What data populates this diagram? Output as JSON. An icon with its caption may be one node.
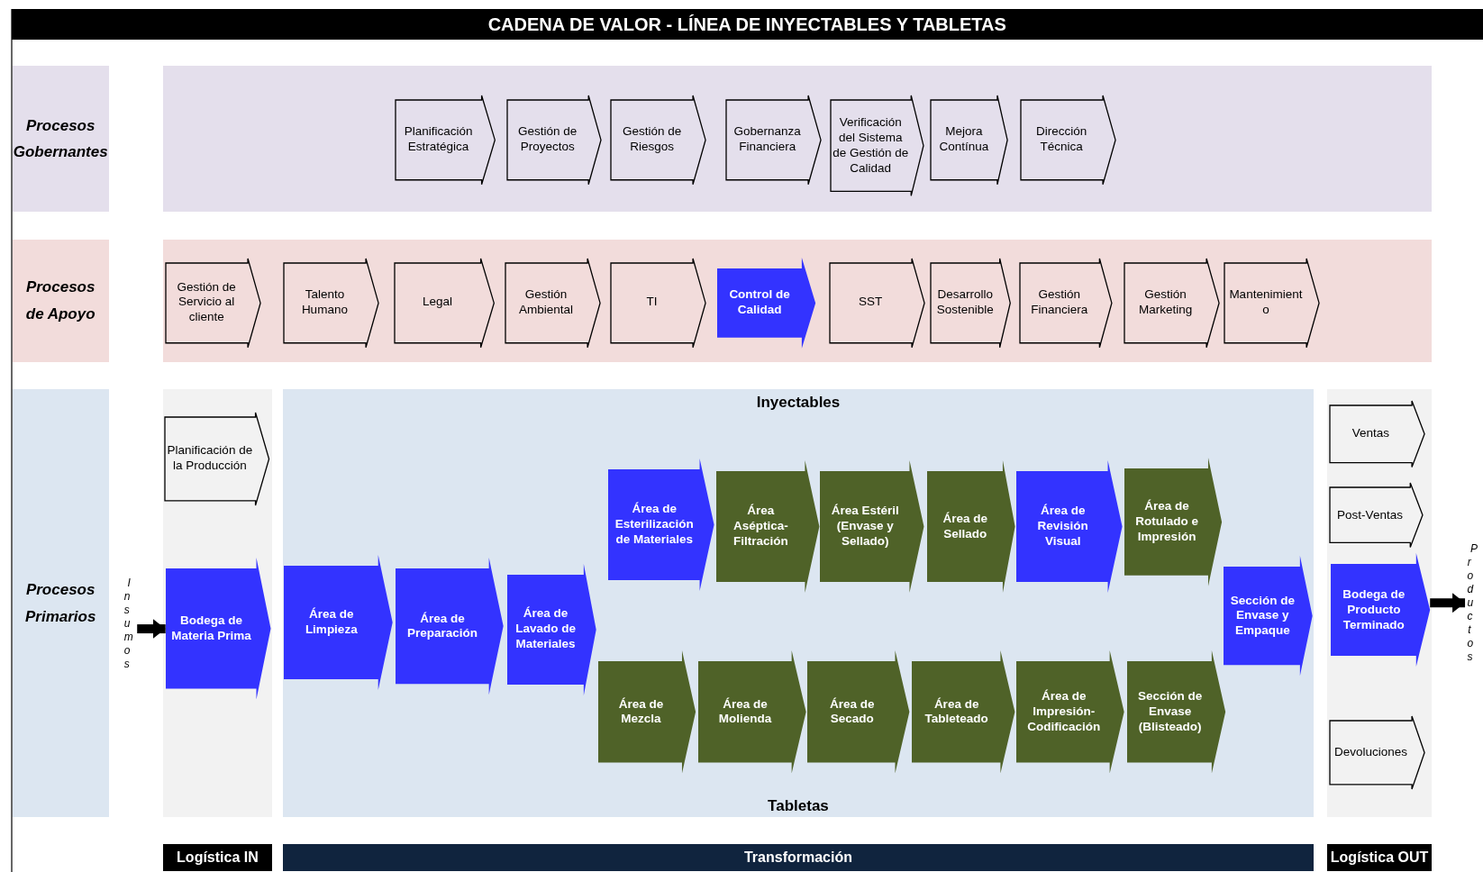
{
  "diagram": {
    "title": "CADENA DE VALOR - LÍNEA DE INYECTABLES Y TABLETAS",
    "nodes": [
      {
        "text": [
          "Procesos Gobernantes"
        ]
      },
      {
        "text": [],
        "shape": "box"
      },
      {
        "text": [
          "Planificación Estratégica"
        ],
        "in": 1
      },
      {
        "text": [
          "Gestión de Proyectos"
        ],
        "in": 1
      },
      {
        "text": [
          "Gestión de Riesgos"
        ],
        "in": 1
      },
      {
        "text": [
          "Gobernanza Financiera"
        ],
        "in": 1
      },
      {
        "text": [
          "Verificación del Sistema de Gestión de Calidad"
        ],
        "in": 1
      },
      {
        "text": [
          "Mejora Contínua"
        ],
        "in": 1
      },
      {
        "text": [
          "Dirección Técnica"
        ],
        "in": 1
      },
      {
        "text": [
          "Procesos de Apoyo"
        ]
      },
      {
        "text": [],
        "shape": "box"
      },
      {
        "text": [
          "Gestión de Servicio al cliente"
        ],
        "in": 10
      },
      {
        "text": [
          "Talento Humano"
        ],
        "in": 10
      },
      {
        "text": [
          "Legal"
        ],
        "in": 10
      },
      {
        "text": [
          "Gestión Ambiental"
        ],
        "in": 10
      },
      {
        "text": [
          "TI"
        ],
        "in": 10
      },
      {
        "text": [
          "Control de Calidad"
        ],
        "in": 10
      },
      {
        "text": [
          "SST"
        ],
        "in": 10
      },
      {
        "text": [
          "Desarrollo Sostenible"
        ],
        "in": 10
      },
      {
        "text": [
          "Gestión Financiera"
        ],
        "in": 10
      },
      {
        "text": [
          "Gestión Marketing"
        ],
        "in": 10
      },
      {
        "text": [
          "Mantenimiento"
        ],
        "in": 10
      },
      {
        "text": [
          "Procesos Primarios"
        ]
      },
      {
        "text": [
          "Insumos"
        ]
      },
      {
        "text": [],
        "shape": "box"
      },
      {
        "text": [
          "Planificación de la Producción"
        ],
        "in": 24
      },
      {
        "text": [
          "Bodega de Materia Prima"
        ],
        "in": 24
      },
      {
        "text": [
          "Inyectables",
          "Tabletas"
        ]
      },
      {
        "text": [
          "Área de Limpieza"
        ],
        "in": 27
      },
      {
        "text": [
          "Área de Preparación"
        ],
        "in": 27
      },
      {
        "text": [
          "Área de Lavado de Materiales"
        ],
        "in": 27
      },
      {
        "text": [
          "Área de Esterilización de Materiales"
        ],
        "in": 27
      },
      {
        "text": [
          "Área Aséptica-Filtración"
        ],
        "in": 27
      },
      {
        "text": [
          "Área Estéril (Envase y Sellado)"
        ],
        "in": 27
      },
      {
        "text": [
          "Área de Sellado"
        ],
        "in": 27
      },
      {
        "text": [
          "Área de Revisión Visual"
        ],
        "in": 27
      },
      {
        "text": [
          "Área de Rotulado e Impresión"
        ],
        "in": 27
      },
      {
        "text": [
          "Área de Mezcla"
        ],
        "in": 27
      },
      {
        "text": [
          "Área de Molienda"
        ],
        "in": 27
      },
      {
        "text": [
          "Área de Secado"
        ],
        "in": 27
      },
      {
        "text": [
          "Área de Tableteado"
        ],
        "in": 27
      },
      {
        "text": [
          "Área de Impresión-Codificación"
        ],
        "in": 27
      },
      {
        "text": [
          "Sección de Envase (Blisteado)"
        ],
        "in": 27
      },
      {
        "text": [
          "Sección de Envase y Empaque"
        ],
        "in": 27
      },
      {
        "text": [],
        "shape": "box"
      },
      {
        "text": [
          "Ventas"
        ],
        "in": 44
      },
      {
        "text": [
          "Post-Ventas"
        ],
        "in": 44
      },
      {
        "text": [
          "Bodega de Producto Terminado"
        ],
        "in": 44
      },
      {
        "text": [
          "Devoluciones"
        ],
        "in": 44
      },
      {
        "text": [
          "Productos"
        ]
      },
      {
        "text": [
          "Logística IN"
        ]
      },
      {
        "text": [
          "Transformación"
        ]
      },
      {
        "text": [
          "Logística OUT"
        ]
      }
    ],
    "edges": [
      {
        "from": 23,
        "to": 26,
        "arrow": "to"
      },
      {
        "from": 47,
        "to": 49,
        "arrow": "to"
      }
    ]
  }
}
